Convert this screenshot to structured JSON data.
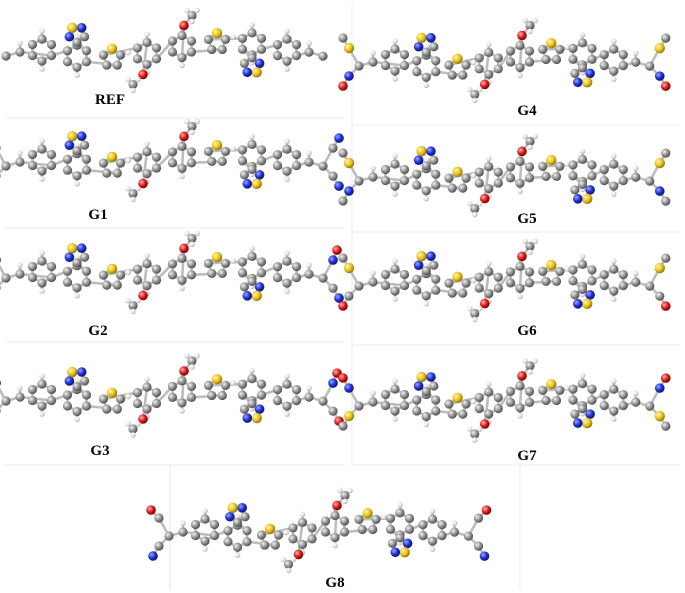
{
  "panels": [
    {
      "label": "REF"
    },
    {
      "label": "G1"
    },
    {
      "label": "G2"
    },
    {
      "label": "G3"
    },
    {
      "label": "G4"
    },
    {
      "label": "G5"
    },
    {
      "label": "G6"
    },
    {
      "label": "G7"
    },
    {
      "label": "G8"
    }
  ],
  "atom_colors": {
    "C": "#8a8a8a",
    "H": "#e6e6e6",
    "S": "#e8c21c",
    "N": "#1f2fd0",
    "O": "#d81a1a"
  },
  "panel_border_color": "#dddddd"
}
